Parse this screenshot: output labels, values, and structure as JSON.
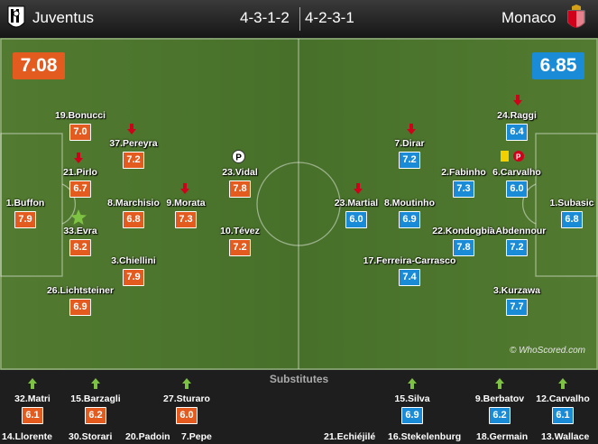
{
  "header": {
    "home_team": "Juventus",
    "away_team": "Monaco",
    "home_formation": "4-3-1-2",
    "away_formation": "4-2-3-1",
    "home_color": "#e35b1e",
    "away_color": "#1a8bd6"
  },
  "ratings": {
    "home": "7.08",
    "away": "6.85"
  },
  "home_players": [
    {
      "name": "1.Buffon",
      "rating": "7.9"
    },
    {
      "name": "19.Bonucci",
      "rating": "7.0"
    },
    {
      "name": "21.Pirlo",
      "rating": "6.7"
    },
    {
      "name": "33.Evra",
      "rating": "8.2"
    },
    {
      "name": "26.Lichtsteiner",
      "rating": "6.9"
    },
    {
      "name": "37.Pereyra",
      "rating": "7.2"
    },
    {
      "name": "8.Marchisio",
      "rating": "6.8"
    },
    {
      "name": "3.Chiellini",
      "rating": "7.9"
    },
    {
      "name": "9.Morata",
      "rating": "7.3"
    },
    {
      "name": "23.Vidal",
      "rating": "7.8"
    },
    {
      "name": "10.Tévez",
      "rating": "7.2"
    }
  ],
  "away_players": [
    {
      "name": "1.Subasic",
      "rating": "6.8"
    },
    {
      "name": "24.Raggi",
      "rating": "6.4"
    },
    {
      "name": "6.Carvalho",
      "rating": "6.0"
    },
    {
      "name": "2.Fabinho",
      "rating": "7.3"
    },
    {
      "name": "5.Abdennour",
      "rating": "7.2"
    },
    {
      "name": "3.Kurzawa",
      "rating": "7.7"
    },
    {
      "name": "7.Dirar",
      "rating": "7.2"
    },
    {
      "name": "8.Moutinho",
      "rating": "6.9"
    },
    {
      "name": "22.Kondogbia",
      "rating": "7.8"
    },
    {
      "name": "23.Martial",
      "rating": "6.0"
    },
    {
      "name": "17.Ferreira-Carrasco",
      "rating": "7.4"
    }
  ],
  "icons": {
    "sub_out": "red-down-arrow-icon",
    "sub_in": "green-up-arrow-icon",
    "yellow": "yellow-card-icon",
    "penalty": "penalty-missed-icon",
    "motm": "star-icon",
    "assist": "assist-icon"
  },
  "watermark": "© WhoScored.com",
  "substitutes": {
    "title": "Substitutes",
    "home": [
      {
        "name": "32.Matri",
        "rating": "6.1"
      },
      {
        "name": "15.Barzagli",
        "rating": "6.2"
      },
      {
        "name": "27.Sturaro",
        "rating": "6.0"
      }
    ],
    "away": [
      {
        "name": "15.Silva",
        "rating": "6.9"
      },
      {
        "name": "9.Berbatov",
        "rating": "6.2"
      },
      {
        "name": "12.Carvalho",
        "rating": "6.1"
      }
    ],
    "home_bench": [
      "14.Llorente",
      "30.Storari",
      "20.Padoin",
      "7.Pepe"
    ],
    "away_bench": [
      "21.Echiéjilé",
      "16.Stekelenburg",
      "18.Germain",
      "13.Wallace"
    ]
  }
}
